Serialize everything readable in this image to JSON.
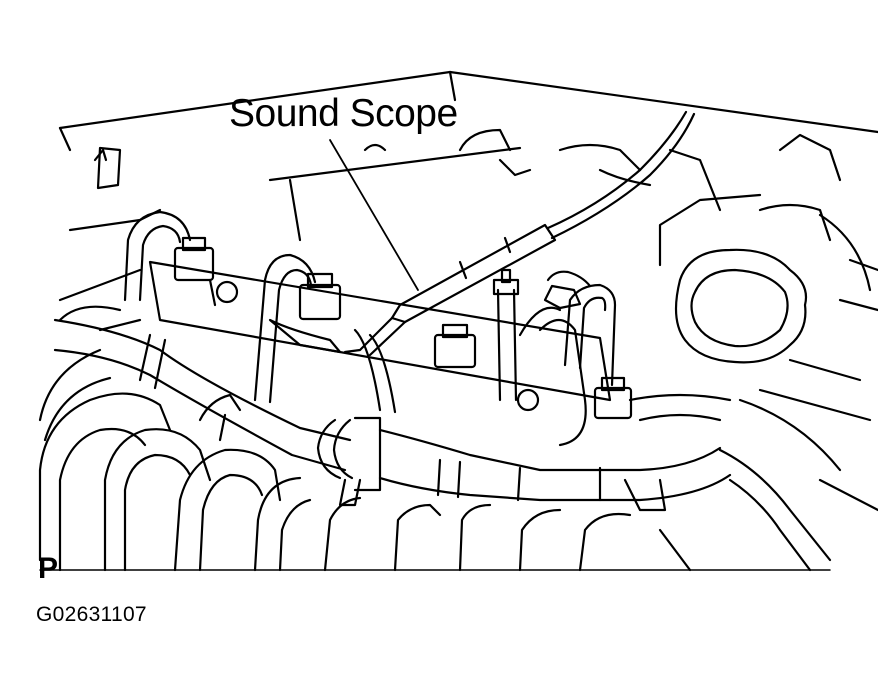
{
  "figure": {
    "callout_label": "Sound Scope",
    "view_marker": "P",
    "figure_code": "G02631107"
  }
}
